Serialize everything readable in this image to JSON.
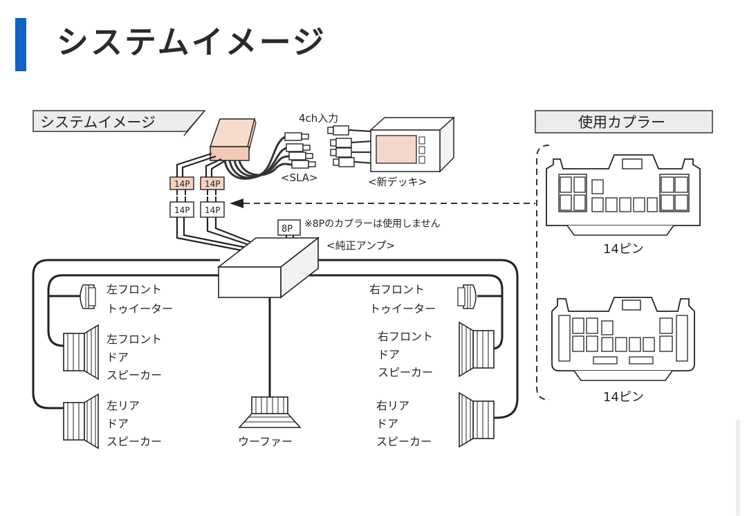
{
  "header": {
    "title": "システムイメージ"
  },
  "diagram": {
    "panel_title": "システムイメージ",
    "input_label": "4ch入力",
    "sla_label": "<SLA>",
    "deck_label": "<新デッキ>",
    "connector_14p": "14P",
    "connector_8p": "8P",
    "note_8p": "※8Pのカプラーは使用しません",
    "amp_label": "<純正アンプ>",
    "left_front_tweeter": [
      "左フロント",
      "トゥイーター"
    ],
    "right_front_tweeter": [
      "右フロント",
      "トゥイーター"
    ],
    "left_front_door": [
      "左フロント",
      "ドア",
      "スピーカー"
    ],
    "right_front_door": [
      "右フロント",
      "ドア",
      "スピーカー"
    ],
    "left_rear_door": [
      "左リア",
      "ドア",
      "スピーカー"
    ],
    "right_rear_door": [
      "右リア",
      "ドア",
      "スピーカー"
    ],
    "woofer": "ウーファー"
  },
  "couplers": {
    "panel_title": "使用カプラー",
    "coupler1_label": "14ピン",
    "coupler2_label": "14ピン"
  }
}
